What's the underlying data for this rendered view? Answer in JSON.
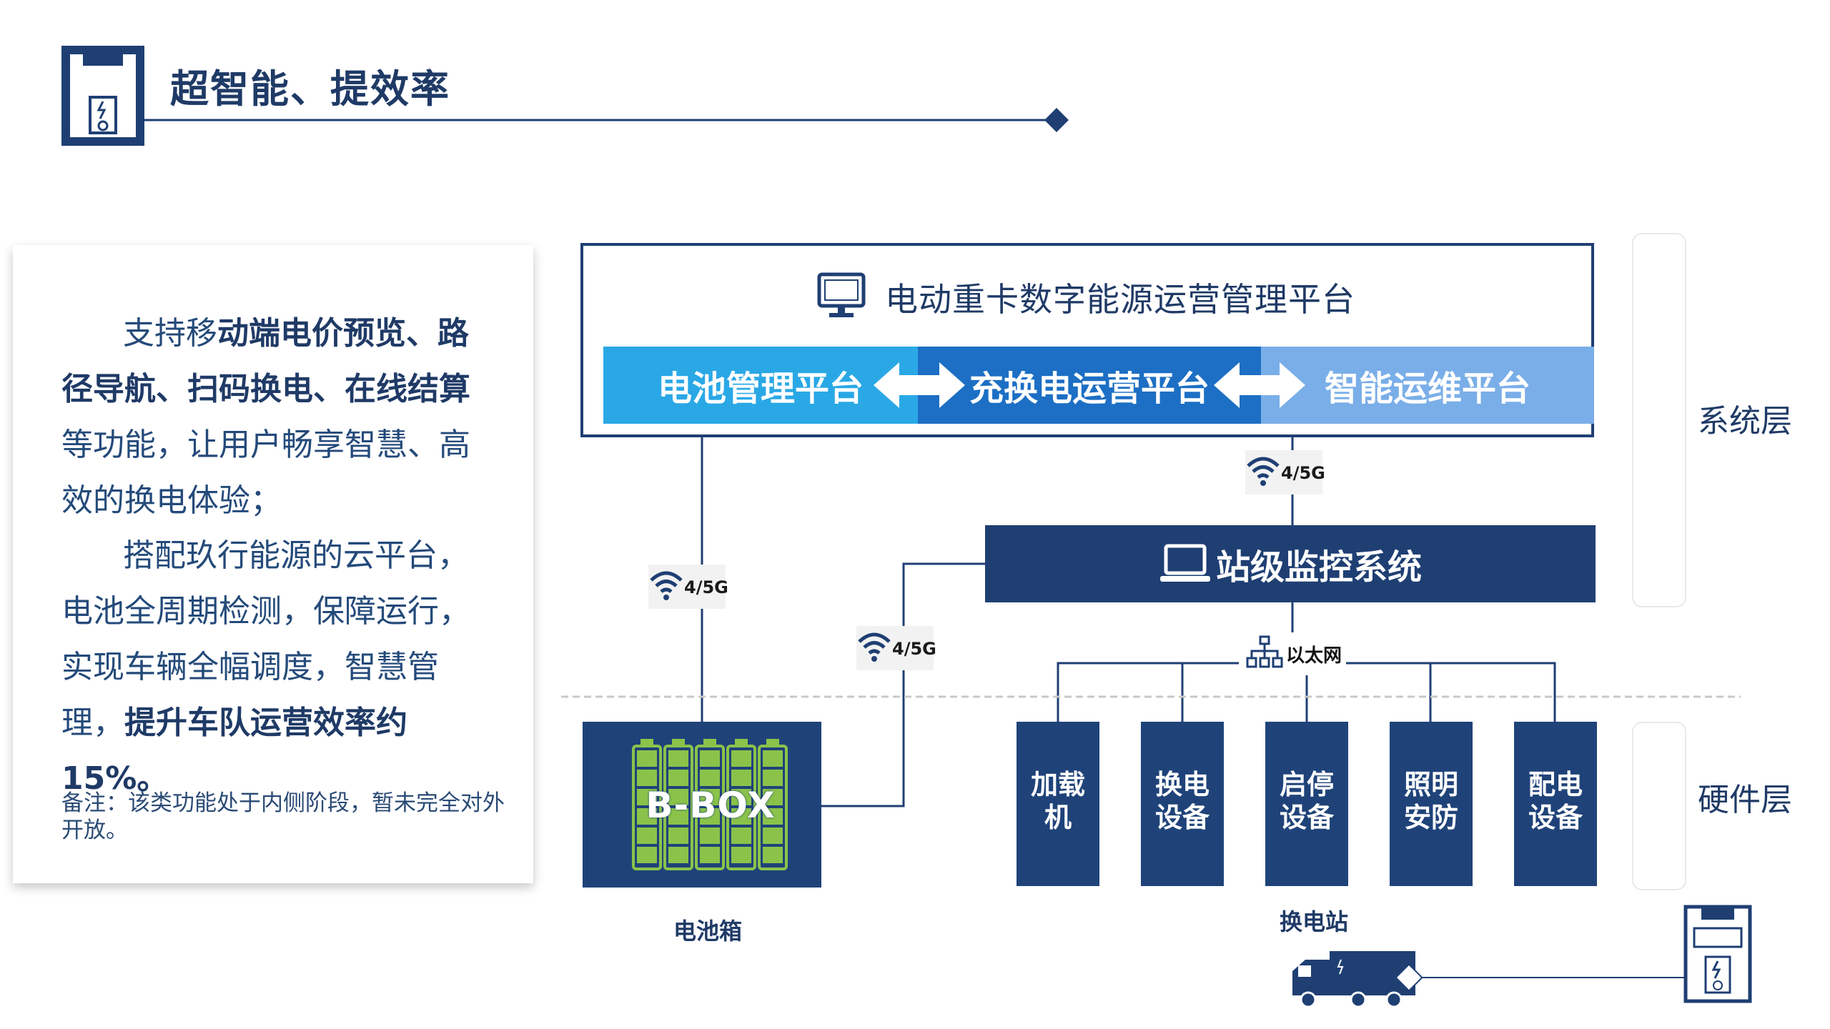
{
  "header": {
    "title": "超智能、提效率"
  },
  "info_card": {
    "para1": [
      {
        "text": "支持移",
        "bold": false
      },
      {
        "text": "动端电价预览、路径导航、扫码换电、在线结算",
        "bold": true
      },
      {
        "text": "等功能，让用户畅享智慧、高效的换电体验；",
        "bold": false
      }
    ],
    "para2": [
      {
        "text": "搭配玖行能源的云平台，电池全周期检测，保障运行，实现车辆全幅调度，智慧管理，",
        "bold": false
      },
      {
        "text": "提升车队运营效率约15%。",
        "bold": true
      }
    ],
    "note": "备注：该类功能处于内侧阶段，暂未完全对外开放。"
  },
  "diagram": {
    "platform_title": "电动重卡数字能源运营管理平台",
    "platforms": [
      {
        "label": "电池管理平台",
        "color": "#2aa8e6"
      },
      {
        "label": "充换电运营平台",
        "color": "#1c6fc4"
      },
      {
        "label": "智能运维平台",
        "color": "#7aaee8"
      }
    ],
    "station_system": "站级监控系统",
    "network_label": "4/5G",
    "ethernet_label": "以太网",
    "layers": {
      "system": "系统层",
      "hardware": "硬件层"
    },
    "battery": {
      "box_label": "B-BOX",
      "caption": "电池箱"
    },
    "station_equipment": [
      "加载机",
      "换电设备",
      "启停设备",
      "照明安防",
      "配电设备"
    ],
    "station_equipment_lines": [
      [
        "加载",
        "机"
      ],
      [
        "换电",
        "设备"
      ],
      [
        "启停",
        "设备"
      ],
      [
        "照明",
        "安防"
      ],
      [
        "配电",
        "设备"
      ]
    ],
    "station_caption": "换电站"
  },
  "colors": {
    "primary": "#1f3f73",
    "accent_light": "#2aa8e6",
    "accent_mid": "#1c6fc4",
    "accent_soft": "#7aaee8",
    "battery_cell": "#8bc34a"
  }
}
